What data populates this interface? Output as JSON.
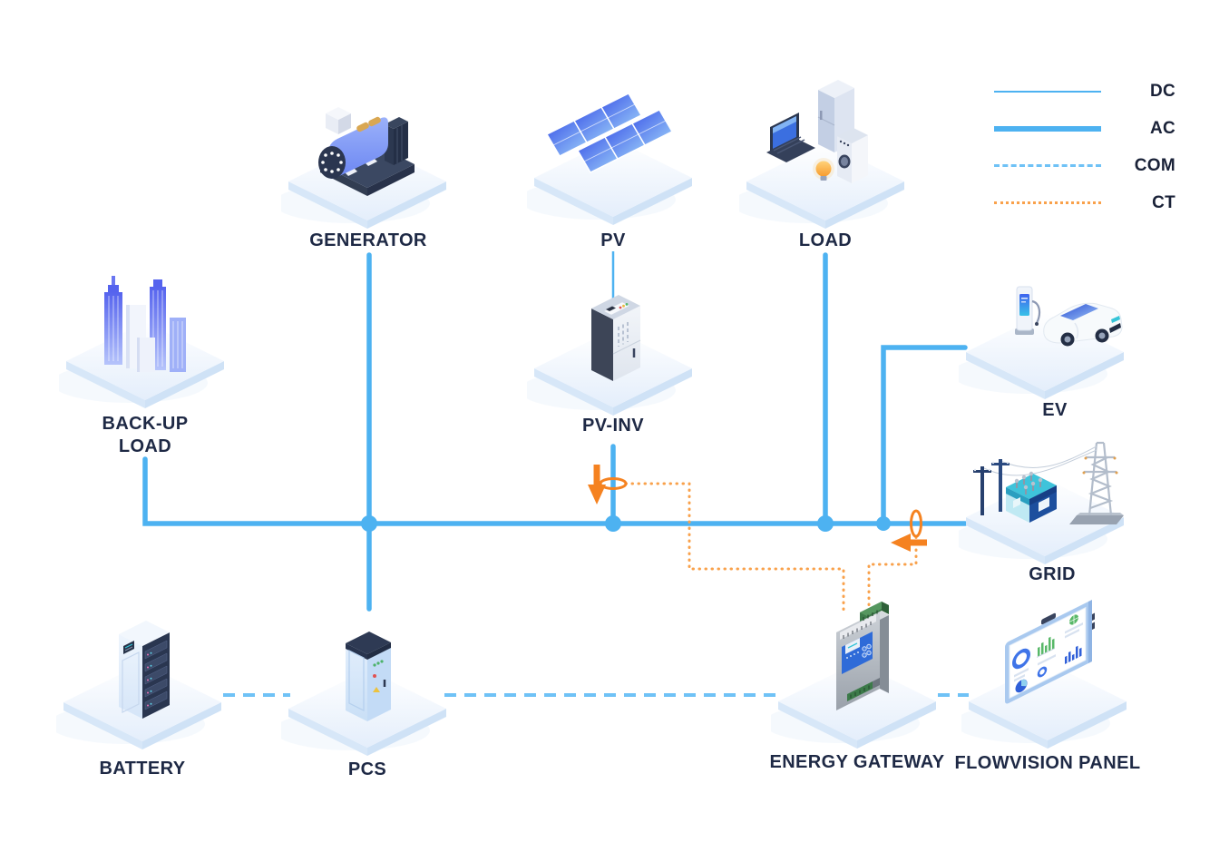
{
  "legend": {
    "items": [
      {
        "id": "dc",
        "label": "DC"
      },
      {
        "id": "ac",
        "label": "AC"
      },
      {
        "id": "com",
        "label": "COM"
      },
      {
        "id": "ct",
        "label": "CT"
      }
    ]
  },
  "nodes": {
    "generator": {
      "label": "GENERATOR"
    },
    "pv": {
      "label": "PV"
    },
    "load": {
      "label": "LOAD"
    },
    "backup_load": {
      "line1": "BACK-UP",
      "line2": "LOAD"
    },
    "pv_inv": {
      "label": "PV-INV"
    },
    "ev": {
      "label": "EV"
    },
    "grid": {
      "label": "GRID"
    },
    "battery": {
      "label": "BATTERY"
    },
    "pcs": {
      "label": "PCS"
    },
    "energy_gateway": {
      "label": "ENERGY GATEWAY"
    },
    "flowvision_panel": {
      "label": "FLOWVISION PANEL"
    }
  },
  "colors": {
    "ac_dc_line": "#4DB2F1",
    "com_line": "#6FC2F6",
    "ct_line": "#F9A14B",
    "arrow": "#F58220",
    "label_text": "#1E2945"
  },
  "connections": [
    {
      "from": "BACK-UP LOAD",
      "to": "AC bus",
      "type": "AC"
    },
    {
      "from": "GENERATOR",
      "to": "AC bus",
      "type": "AC"
    },
    {
      "from": "PV",
      "to": "PV-INV",
      "type": "DC"
    },
    {
      "from": "PV-INV",
      "to": "AC bus",
      "type": "AC"
    },
    {
      "from": "LOAD",
      "to": "AC bus",
      "type": "AC"
    },
    {
      "from": "EV",
      "to": "AC bus",
      "type": "AC"
    },
    {
      "from": "AC bus",
      "to": "GRID",
      "type": "AC"
    },
    {
      "from": "AC bus",
      "to": "PCS",
      "type": "AC"
    },
    {
      "from": "BATTERY",
      "to": "PCS",
      "type": "COM"
    },
    {
      "from": "PCS",
      "to": "ENERGY GATEWAY",
      "type": "COM"
    },
    {
      "from": "ENERGY GATEWAY",
      "to": "FLOWVISION PANEL",
      "type": "COM"
    },
    {
      "from": "PV-INV CT clamp",
      "to": "ENERGY GATEWAY",
      "type": "CT"
    },
    {
      "from": "GRID CT clamp",
      "to": "ENERGY GATEWAY",
      "type": "CT"
    }
  ]
}
